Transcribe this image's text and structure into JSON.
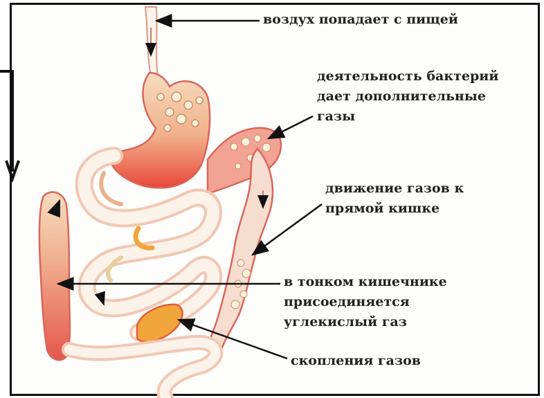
{
  "labels": {
    "air": [
      "воздух попадает с пищей"
    ],
    "bacteria": [
      "деятельность бактерий",
      "дает дополнительные",
      "газы"
    ],
    "movement": [
      "движение газов к",
      "прямой кишке"
    ],
    "co2": [
      "в тонком кишечнике",
      "присоединяется",
      "углекислый газ"
    ],
    "pockets": [
      "скопления газов"
    ]
  },
  "colors": {
    "organ_fill": "#f3b9a8",
    "organ_outline": "#d8665a",
    "organ_dark": "#e8473b",
    "gas_pocket": "#f0a63a",
    "bubble": "#f7e7b9",
    "arrow": "#111111"
  }
}
